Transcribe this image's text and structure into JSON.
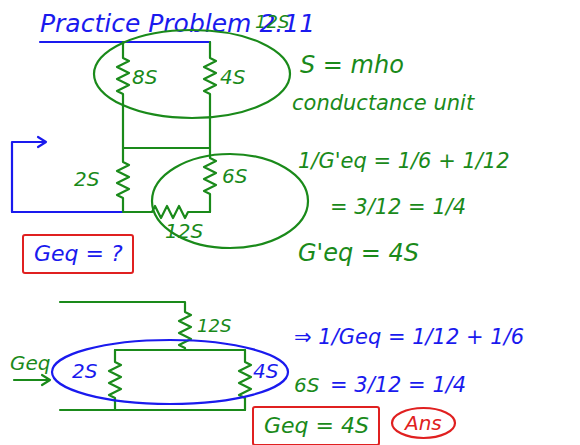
{
  "diagram": {
    "title": "Practice Problem 2.11",
    "nodes": [
      {
        "text": [
          "8S",
          "4S"
        ]
      },
      {
        "text": [
          "6S",
          "12S"
        ]
      },
      {
        "text": [
          "Geq = ?"
        ]
      },
      {
        "text": [
          "2S",
          "4S"
        ]
      },
      {
        "text": [
          "Geq = 4S"
        ]
      },
      {
        "text": [
          "Ans"
        ]
      }
    ],
    "labels": [
      "12S",
      "S = mho",
      "conductance unit",
      "2S",
      "1/G'eq = 1/6 + 1/12",
      "= 3/12 = 1/4",
      "G'eq = 4S",
      "12S",
      "Geq",
      "6S",
      "⇒ 1/Geq = 1/12 + 1/6",
      "= 3/12 = 1/4"
    ]
  }
}
